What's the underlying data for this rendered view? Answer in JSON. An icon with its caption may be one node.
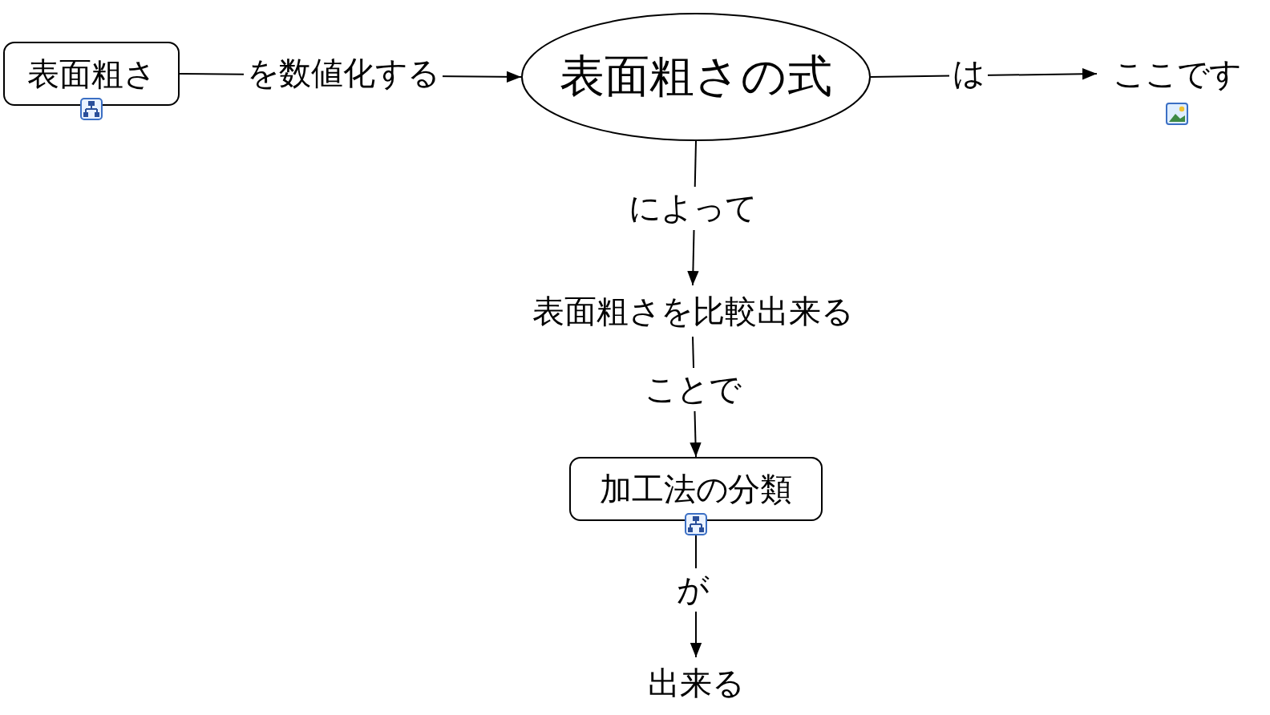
{
  "diagram": {
    "nodes": [
      {
        "text": [
          "表面粗さ"
        ]
      },
      {
        "text": [
          "表面粗さの式"
        ]
      },
      {
        "text": [
          "ここです"
        ]
      },
      {
        "text": [
          "表面粗さを比較出来る"
        ]
      },
      {
        "text": [
          "加工法の分類"
        ]
      },
      {
        "text": [
          "出来る"
        ]
      }
    ],
    "edges": [
      {
        "from": 0,
        "to": 1,
        "arrow": "to",
        "label": "を数値化する"
      },
      {
        "from": 1,
        "to": 2,
        "arrow": "to",
        "label": "は"
      },
      {
        "from": 1,
        "to": 3,
        "arrow": "to",
        "label": "によって"
      },
      {
        "from": 3,
        "to": 4,
        "arrow": "to",
        "label": "ことで"
      },
      {
        "from": 4,
        "to": 5,
        "arrow": "to",
        "label": "が"
      }
    ]
  }
}
